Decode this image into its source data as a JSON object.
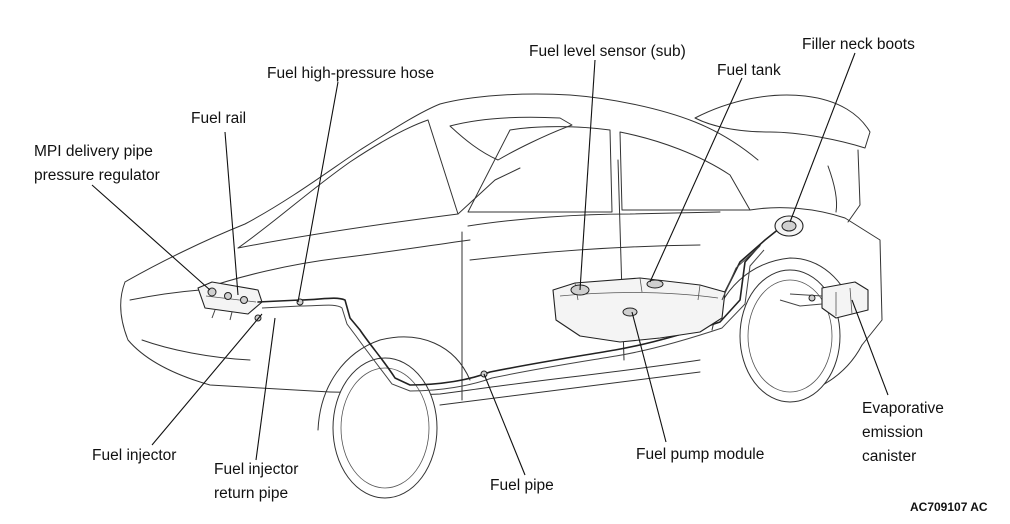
{
  "labels": {
    "mpi_line1": "MPI delivery pipe",
    "mpi_line2": "pressure regulator",
    "fuel_rail": "Fuel rail",
    "high_pressure_hose": "Fuel high-pressure hose",
    "level_sensor_sub": "Fuel level sensor (sub)",
    "fuel_tank": "Fuel tank",
    "filler_neck_boots": "Filler neck boots",
    "canister_line1": "Evaporative",
    "canister_line2": "emission",
    "canister_line3": "canister",
    "fuel_injector": "Fuel injector",
    "injector_return_line1": "Fuel injector",
    "injector_return_line2": "return pipe",
    "fuel_pipe": "Fuel pipe",
    "fuel_pump_module": "Fuel pump module"
  },
  "figure_code": "AC709107 AC"
}
